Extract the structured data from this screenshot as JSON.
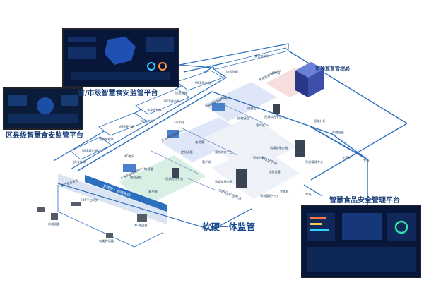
{
  "colors": {
    "accent": "#2c6fbe",
    "title": "#1a3f7a",
    "zone_blue": "#dfe6f7",
    "zone_green": "#d9efe4",
    "zone_pink": "#f6dede"
  },
  "titles": {
    "provincial": "省/市级智慧食安监管平台",
    "county": "区县级智慧食安监管平台",
    "management": "智慧食品安全管理平台",
    "bottom": "软硬一体监管",
    "market": "市场监督管理局"
  },
  "bands": {
    "internet": "互联网 • 视频专线",
    "local": "餐饮服务单位"
  },
  "cloud_labels": {
    "cloud_platform": "985云平台",
    "cloud_node": "985云平台节点"
  },
  "dedicated": {
    "p4g_1": "4G专网",
    "p4g_2": "4G专网",
    "p4g_3": "4G专网",
    "p4g_4": "4G专网",
    "line_1": "专线",
    "line_2": "专线"
  },
  "centers": {
    "provincial_center": "省级监管指挥中心",
    "city_center": "市级监管指挥中心",
    "district_center": "区县级监管指挥中心",
    "county_center": "乡镇级监管指挥中心"
  },
  "clients": {
    "web1": "WEB客户端",
    "web2": "WEB客户端",
    "web3": "WEB客户端",
    "web4": "WEB客户端",
    "app1": "执法终端",
    "app2": "执法终端",
    "app3": "执法终端",
    "app4": "执法终端",
    "car1": "食安快检车",
    "car2": "食安快检车",
    "car3": "食安快检车"
  },
  "equipment": {
    "e1": "电视墙",
    "e2": "视频综合平台",
    "e3": "控制键盘",
    "e4": "客户端",
    "e5": "电视墙",
    "e6": "视频综合平台",
    "e7": "控制键盘",
    "e8": "客户端",
    "e9": "电视墙",
    "e10": "视频综合平台",
    "e11": "控制键盘",
    "e12": "客户端",
    "s1": "智能分析",
    "s2": "存储设备",
    "s3": "流媒体服务器",
    "s4": "交换机",
    "s5": "系统管理中心",
    "s6": "智能分析",
    "s7": "存储设备",
    "s8": "流媒体服务器",
    "s9": "交换机",
    "s10": "系统管理中心",
    "d1": "985平台网关",
    "d2": "前端设备",
    "d3": "4G路由器",
    "d4": "各类传感器"
  }
}
